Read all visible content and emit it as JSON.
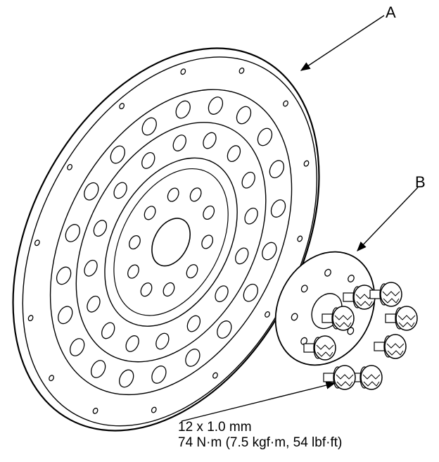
{
  "labels": {
    "part_a": "A",
    "part_b": "B"
  },
  "spec": {
    "bolt_size": "12 x 1.0 mm",
    "torque": "74 N·m (7.5 kgf·m, 54 lbf·ft)"
  },
  "bolt_count": 8
}
